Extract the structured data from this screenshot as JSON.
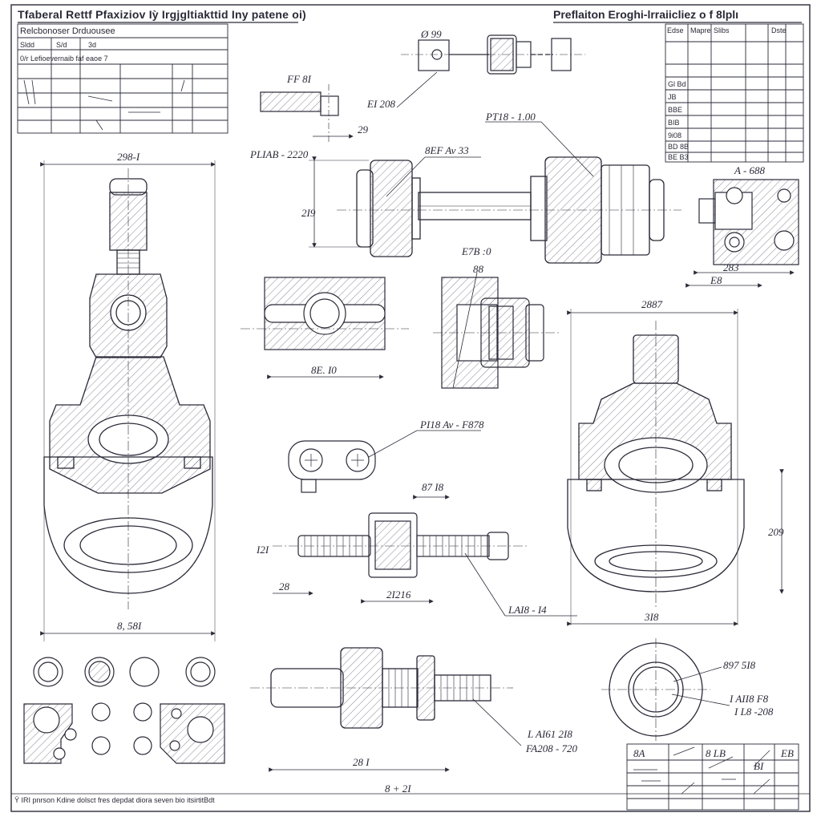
{
  "title_left": "Tfaberal Rettf Pfaxiziov Iỳ Irgjgltiakttid Iny patene oi)",
  "title_right": "Preflaiton Eroghi-lrraiicliez o f 8lplı",
  "footer": "Ÿ IRI pnrson Kdine dolsct fres depdat diora seven bio itsirtitBdt",
  "left_table": {
    "row1": "Relcbonoser  Drduousee",
    "row2_a": "Sldd",
    "row2_b": "S/d",
    "row2_c": "3d",
    "row3": "0/r Lefioevernaib  faf eaoe 7"
  },
  "right_table": {
    "headers": [
      "Edse",
      "Mapre",
      "Slibs",
      "Dste"
    ],
    "rows": [
      "Gl Bd",
      "JB",
      "BBE",
      "BIB",
      "9i08",
      "BD 8B",
      "BE B3"
    ]
  },
  "dimensions": {
    "top_small_a": "Ø 99",
    "top_small_b": "FF 8I",
    "top_small_c": "EI 208",
    "top_small_d": "29",
    "main_top": "298-I",
    "main_bottom": "8, 58I",
    "shaft_label": "PLIAB - 2220",
    "shaft_callout": "8EF Av 33",
    "shaft_right": "PT18 - 1.00",
    "shaft_height": "2I9",
    "right_small_top": "A - 688",
    "right_small_w1": "283",
    "right_small_w2": "E8",
    "block_label": "E7B :0",
    "block_label2": "88",
    "block_width": "8E. I0",
    "link_label": "PI18 Av - F878",
    "bolt_top": "87 I8",
    "bolt_h": "I2I",
    "bolt_left": "28",
    "bolt_mid": "2I216",
    "bolt_right": "LAI8 - I4",
    "housing_top": "2887",
    "housing_h": "209",
    "housing_bottom": "3I8",
    "pin_width": "28 I",
    "pin_bottom": "8 + 2I",
    "pin_label": "L AI61 2I8",
    "pin_label2": "FA208 - 720",
    "ring_label": "897 5I8",
    "ring_label2": "I AII8 F8",
    "ring_label3": "I L8 -208"
  },
  "title_block": {
    "a": "8A",
    "b": "8 LB",
    "c": "BI",
    "d": "EB"
  }
}
